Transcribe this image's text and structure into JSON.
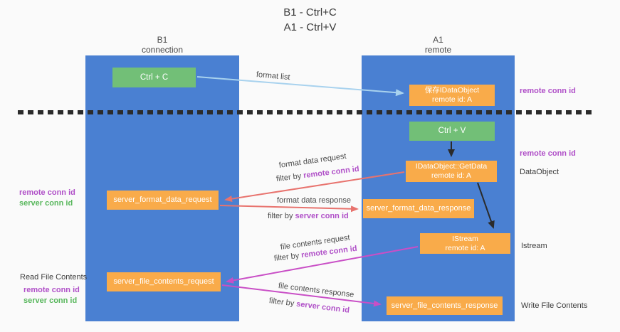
{
  "title": {
    "line1": "B1 - Ctrl+C",
    "line2": "A1 - Ctrl+V"
  },
  "columns": {
    "left": {
      "name": "B1",
      "subtitle": "connection"
    },
    "right": {
      "name": "A1",
      "subtitle": "remote"
    }
  },
  "boxes": {
    "ctrl_c": "Ctrl + C",
    "ctrl_v": "Ctrl + V",
    "save_dataobject": {
      "line1": "保存IDataObject",
      "line2": "remote id: A"
    },
    "getdata": {
      "line1": "IDataObject::GetData",
      "line2": "remote id: A"
    },
    "istream": {
      "line1": "IStream",
      "line2": "remote id: A"
    },
    "format_request": "server_format_data_request",
    "format_response": "server_format_data_response",
    "file_request": "server_file_contents_request",
    "file_response": "server_file_contents_response"
  },
  "arrow_labels": {
    "format_list": "format list",
    "format_data_request": "format data request",
    "format_data_response": "format data response",
    "file_contents_request": "file contents request",
    "file_contents_response": "file contents response",
    "filter_by": "filter by",
    "remote_conn_id": "remote conn id",
    "server_conn_id": "server conn id"
  },
  "side_labels": {
    "remote_conn_id": "remote conn id",
    "server_conn_id": "server conn id",
    "dataobject": "DataObject",
    "istream": "Istream",
    "read_file_contents": "Read File Contents",
    "write_file_contents": "Write File Contents"
  },
  "colors": {
    "lane_blue": "#4a80d2",
    "box_green": "#72bf77",
    "box_orange": "#f9ab4a",
    "label_purple": "#b050c8",
    "label_green": "#58b75c",
    "arrow_light_blue": "#a8d2ee",
    "arrow_salmon": "#e8736e",
    "arrow_magenta": "#c94fc6",
    "arrow_black": "#2b2b2b",
    "background": "#fafafa"
  }
}
